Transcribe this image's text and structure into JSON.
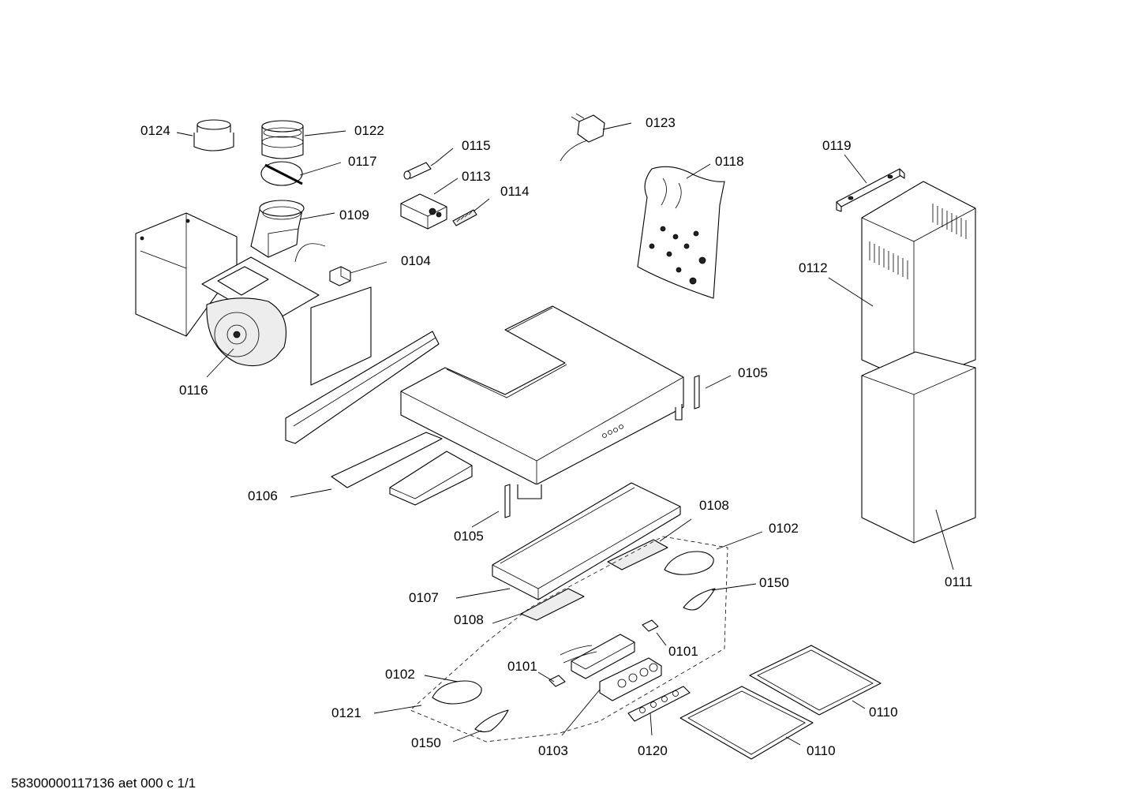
{
  "labels": {
    "p0124": "0124",
    "p0122": "0122",
    "p0117": "0117",
    "p0109": "0109",
    "p0116": "0116",
    "p0115": "0115",
    "p0113": "0113",
    "p0114": "0114",
    "p0104": "0104",
    "p0123": "0123",
    "p0118": "0118",
    "p0119": "0119",
    "p0112": "0112",
    "p0105a": "0105",
    "p0105b": "0105",
    "p0106": "0106",
    "p0108a": "0108",
    "p0108b": "0108",
    "p0102a": "0102",
    "p0102b": "0102",
    "p0107": "0107",
    "p0150a": "0150",
    "p0150b": "0150",
    "p0111": "0111",
    "p0101a": "0101",
    "p0101b": "0101",
    "p0121": "0121",
    "p0103": "0103",
    "p0120": "0120",
    "p0110a": "0110",
    "p0110b": "0110"
  },
  "footer": "58300000117136 aet 000 c 1/1"
}
